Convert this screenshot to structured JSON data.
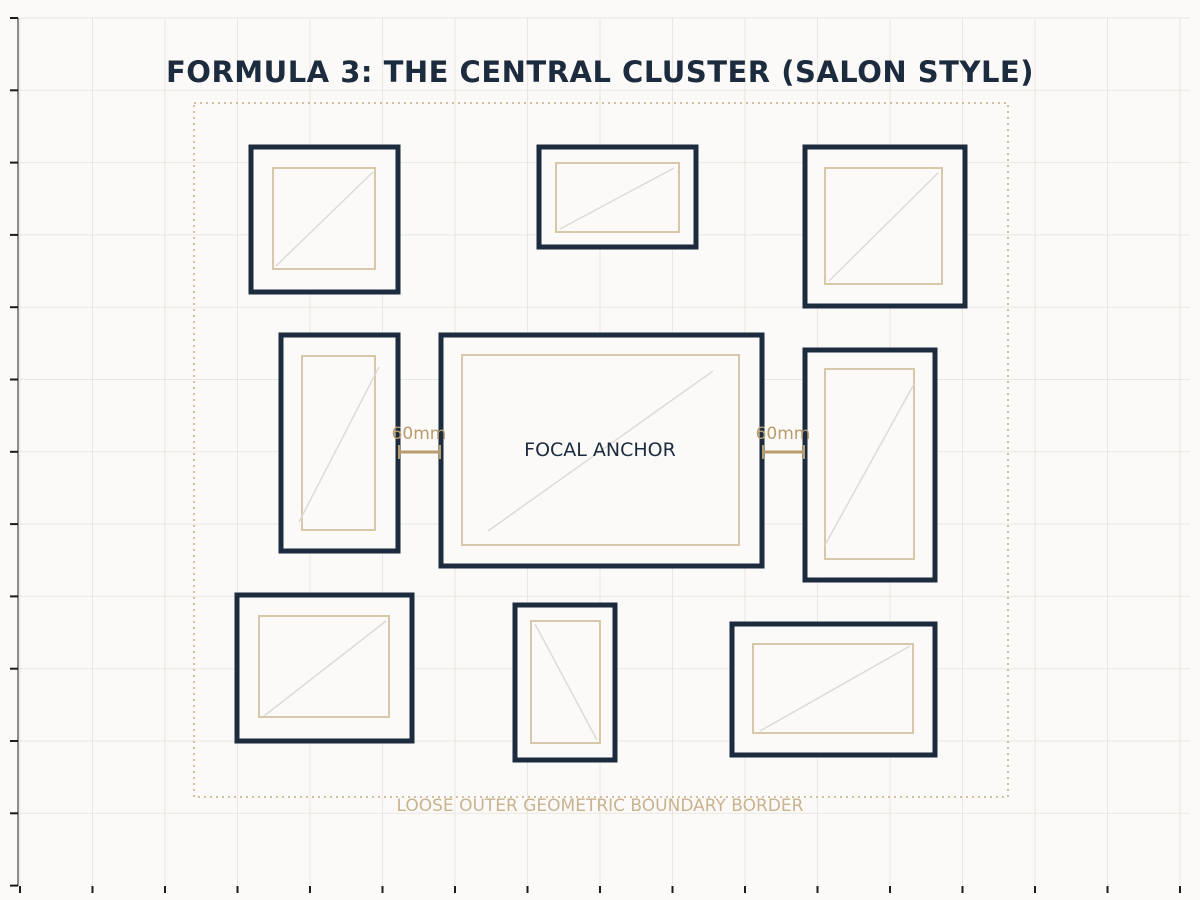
{
  "title": "FORMULA 3: THE CENTRAL CLUSTER (SALON STYLE)",
  "focal_label": "FOCAL ANCHOR",
  "gap_left_label": "60mm",
  "gap_right_label": "60mm",
  "boundary_label": "LOOSE OUTER GEOMETRIC BOUNDARY BORDER",
  "colors": {
    "background": "#fbfaf8",
    "frame": "#1c2b3d",
    "mat": "#d8c8aa",
    "accent": "#b89c6e",
    "grid": "#ebe7e0"
  }
}
